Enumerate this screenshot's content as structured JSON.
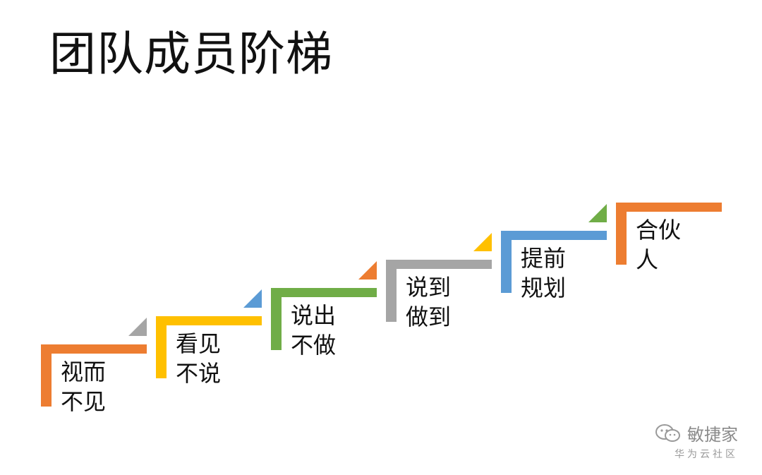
{
  "title": "团队成员阶梯",
  "steps": [
    {
      "line1": "视而",
      "line2": "不见",
      "color": "#ED7D31",
      "tri_color": "#A5A5A5"
    },
    {
      "line1": "看见",
      "line2": "不说",
      "color": "#FFC000",
      "tri_color": "#5B9BD5"
    },
    {
      "line1": "说出",
      "line2": "不做",
      "color": "#70AD47",
      "tri_color": "#ED7D31"
    },
    {
      "line1": "说到",
      "line2": "做到",
      "color": "#A5A5A5",
      "tri_color": "#FFC000"
    },
    {
      "line1": "提前",
      "line2": "规划",
      "color": "#5B9BD5",
      "tri_color": "#70AD47"
    },
    {
      "line1": "合伙",
      "line2": "人",
      "color": "#ED7D31",
      "tri_color": null
    }
  ],
  "watermark": {
    "name": "敏捷家",
    "subtitle": "华为云社区",
    "icon": "wechat-icon"
  }
}
